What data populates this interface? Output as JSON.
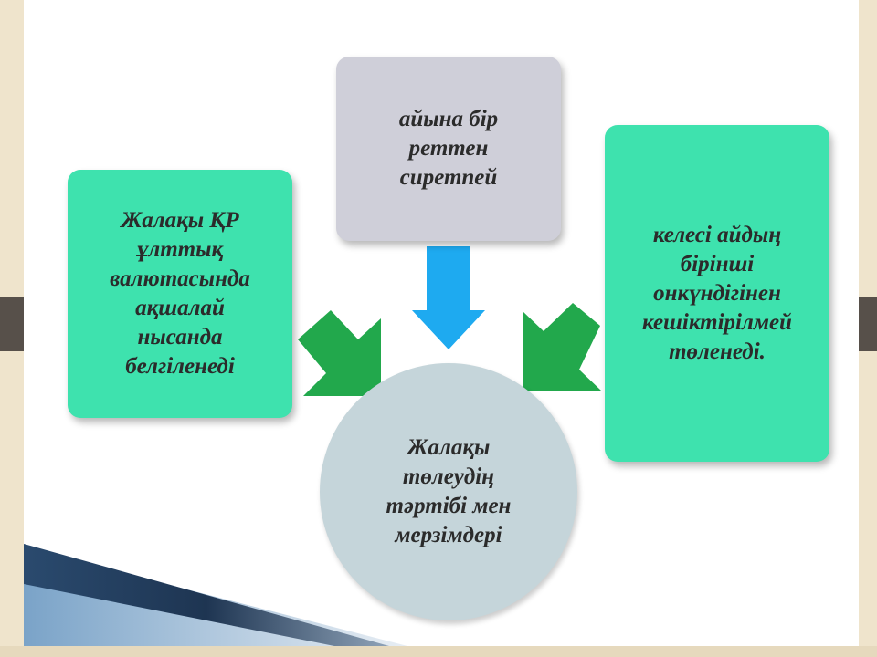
{
  "nodes": {
    "left": "Жалақы ҚР\nұлттық\nвалютасында\nақшалай\nнысанда\nбелгіленеді",
    "top": "айына бір\nреттен\nсиретпей",
    "right": "келесі айдың\nбірінші\nонкүндігінен\nкешіктірілмей\nтөленеді.",
    "center": "Жалақы\nтөлеудің\nтәртібі мен\nмерзімдері"
  },
  "colors": {
    "green_box": "#3ee2ae",
    "gray_box": "#cfcfd9",
    "circle": "#c5d5da",
    "arrow_blue": "#1eaaf0",
    "arrow_green": "#22a84c",
    "frame": "#eee2c8",
    "band": "#57504a"
  }
}
